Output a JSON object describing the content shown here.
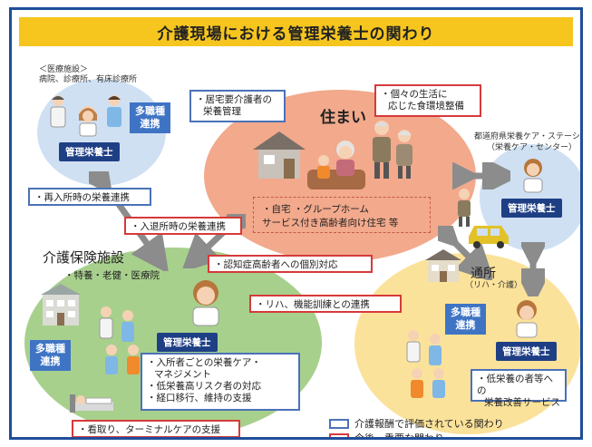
{
  "title": "介護現場における管理栄養士の関わり",
  "medical": {
    "category": "＜医療施設＞",
    "types": "病院、診療所、有床診療所",
    "tag_line1": "多職種",
    "tag_line2": "連携",
    "staff_label": "管理栄養士"
  },
  "home": {
    "title": "住まい",
    "desc_line1": "・自宅 ・グループホーム",
    "desc_line2": "サービス付き高齢者向け住宅 等"
  },
  "station": {
    "line1": "都道府県栄養ケア・ステーション",
    "line2": "（栄養ケア・センター）",
    "staff_label": "管理栄養士"
  },
  "facility": {
    "title": "介護保険施設",
    "types": "・特養・老健・医療院",
    "tag_line1": "多職種",
    "tag_line2": "連携",
    "staff_label": "管理栄養士",
    "care_line1": "・入所者ごとの栄養ケア・",
    "care_line2": "マネジメント",
    "care_line3": "・低栄養高リスク者の対応",
    "care_line4": "・経口移行、維持の支援"
  },
  "daycare": {
    "title": "通所",
    "subtitle": "（リハ・介護）",
    "tag_line1": "多職種",
    "tag_line2": "連携",
    "staff_label": "管理栄養士",
    "service_line1": "・低栄養の者等への",
    "service_line2": "栄養改善サービス"
  },
  "boxes": {
    "home_care_line1": "・居宅要介護者の",
    "home_care_line2": "栄養管理",
    "living_line1": "・個々の生活に",
    "living_line2": "応じた食環境整備",
    "readmission": "・再入所時の栄養連携",
    "discharge": "・入退所時の栄養連携",
    "dementia": "・認知症高齢者への個別対応",
    "rehab": "・リハ、機能訓練との連携",
    "terminal": "・看取り、ターミナルケアの支援"
  },
  "legend": {
    "blue": "介護報酬で評価されている関わり",
    "red": "今後、重要な関わり"
  },
  "colors": {
    "frame": "#1f4e9a",
    "title_band": "#f6c51e",
    "home_circle": "#f2a98c",
    "facility_circle": "#a8d08d",
    "daycare_circle": "#fbe29a",
    "medical_circle": "#cfe0f3",
    "station_circle": "#cfe0f3",
    "blue_border": "#4a72b8",
    "red_border": "#d63a3a",
    "staff_tag": "#1f3f85",
    "tag_blue": "#3f74c4"
  }
}
